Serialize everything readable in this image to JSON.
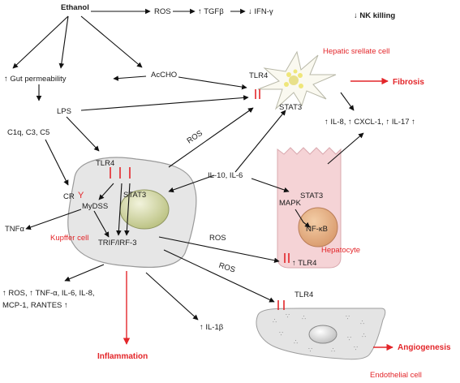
{
  "labels": {
    "ethanol": "Ethanol",
    "nk_killing": "↓ NK killing",
    "ros_top": "ROS",
    "tgfb": "↑ TGFβ",
    "ifng": "↓ IFN-γ",
    "hsc": "Hepatic srellate cell",
    "acho": "AcCHO",
    "gut_perm": "↑ Gut permeability",
    "tlr4_hsc": "TLR4",
    "fibrosis": "Fibrosis",
    "lps": "LPS",
    "stat3_hsc": "STAT3",
    "complement": "C1q, C3, C5",
    "cytokines_hsc": "↑ IL-8, ↑ CXCL-1, ↑ IL-17 ↑",
    "ros_kupffer": "ROS",
    "tlr4_kupffer": "TLR4",
    "il10_il6": "IL-10, IL-6",
    "cr": "CR",
    "mydss": "MyDSS",
    "stat3_kupffer": "STAT3",
    "mapk": "MAPK",
    "stat3_hep": "STAT3",
    "tnfa": "TNFα",
    "kupffer": "Kupffer cell",
    "trif": "TRIF/IRF-3",
    "nfkb": "NF-κB",
    "ros_mid": "ROS",
    "tlr4_hep": "↑ TLR4",
    "hepatocyte": "Hepatocyte",
    "ros_low": "ROS",
    "out_line1": "↑ ROS, ↑ TNF-α, IL-6, IL-8,",
    "out_line2": "MCP-1, RANTES ↑",
    "tlr4_endo": "TLR4",
    "il1b": "↑ IL-1β",
    "inflammation": "Inflammation",
    "angiogenesis": "Angiogenesis",
    "endothelial": "Endothelial cell"
  },
  "colors": {
    "text": "#1a1a1a",
    "accent_red": "#e3262a",
    "kupffer_fill": "#e6e6e6",
    "nucleus_green": "#c9cf9c",
    "hepatocyte_fill": "#f5d3d6",
    "hep_nucleus": "#e6b08a",
    "endo_fill": "#e4e4e4"
  }
}
